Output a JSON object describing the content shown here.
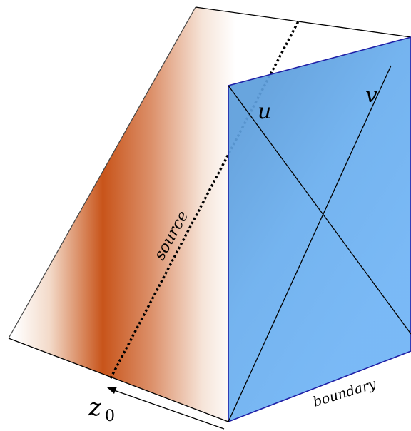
{
  "diagram": {
    "labels": {
      "u": "u",
      "v": "v",
      "source": "source",
      "boundary": "boundary",
      "z0_base": "z",
      "z0_sub": "0"
    },
    "colors": {
      "source_band": "#c8541a",
      "sheet_fade": "#ffffff",
      "boundary_face": "#6eb2f3",
      "boundary_edge": "#1f1fa6",
      "line": "#000000",
      "sheet_edge": "#444444"
    }
  }
}
